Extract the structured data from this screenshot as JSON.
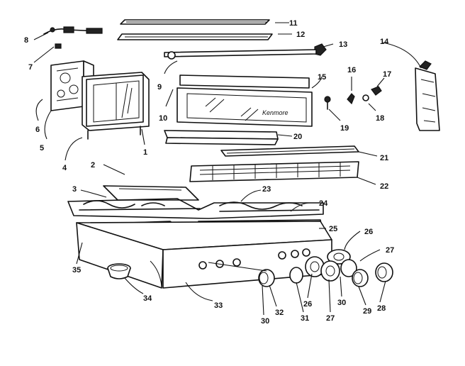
{
  "diagram": {
    "callouts": [
      {
        "id": "1",
        "text": "1"
      },
      {
        "id": "2",
        "text": "2"
      },
      {
        "id": "3",
        "text": "3"
      },
      {
        "id": "4",
        "text": "4"
      },
      {
        "id": "5",
        "text": "5"
      },
      {
        "id": "6",
        "text": "6"
      },
      {
        "id": "7",
        "text": "7"
      },
      {
        "id": "8",
        "text": "8"
      },
      {
        "id": "9",
        "text": "9"
      },
      {
        "id": "10",
        "text": "10"
      },
      {
        "id": "11",
        "text": "11"
      },
      {
        "id": "12",
        "text": "12"
      },
      {
        "id": "13",
        "text": "13"
      },
      {
        "id": "14",
        "text": "14"
      },
      {
        "id": "15",
        "text": "15"
      },
      {
        "id": "16",
        "text": "16"
      },
      {
        "id": "17",
        "text": "17"
      },
      {
        "id": "18",
        "text": "18"
      },
      {
        "id": "19",
        "text": "19"
      },
      {
        "id": "20",
        "text": "20"
      },
      {
        "id": "21",
        "text": "21"
      },
      {
        "id": "22",
        "text": "22"
      },
      {
        "id": "23",
        "text": "23"
      },
      {
        "id": "24",
        "text": "24"
      },
      {
        "id": "25",
        "text": "25"
      },
      {
        "id": "26a",
        "text": "26"
      },
      {
        "id": "27a",
        "text": "27"
      },
      {
        "id": "35",
        "text": "35"
      },
      {
        "id": "34",
        "text": "34"
      },
      {
        "id": "33",
        "text": "33"
      },
      {
        "id": "30a",
        "text": "30"
      },
      {
        "id": "32",
        "text": "32"
      },
      {
        "id": "31",
        "text": "31"
      },
      {
        "id": "26b",
        "text": "26"
      },
      {
        "id": "27b",
        "text": "27"
      },
      {
        "id": "30b",
        "text": "30"
      },
      {
        "id": "29",
        "text": "29"
      },
      {
        "id": "28",
        "text": "28"
      }
    ],
    "brand_script": "Kenmore"
  }
}
